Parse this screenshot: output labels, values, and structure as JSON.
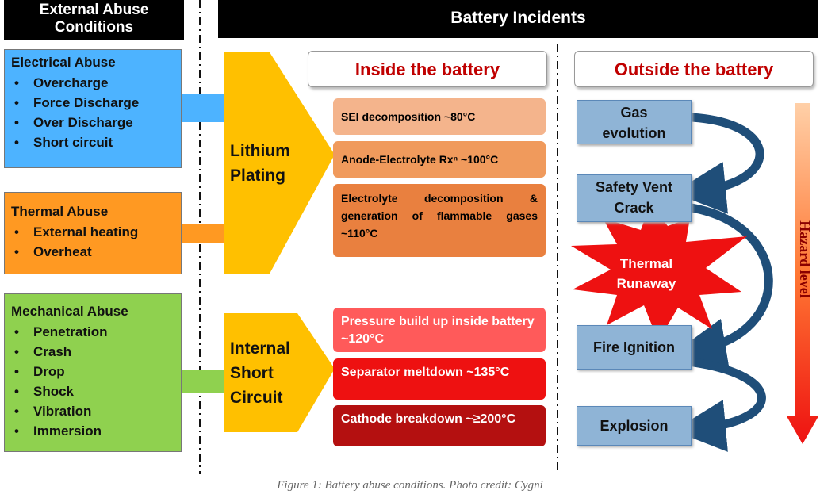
{
  "external_header": "External Abuse Conditions",
  "incidents_header": "Battery Incidents",
  "abuse": {
    "electrical": {
      "title": "Electrical Abuse",
      "items": [
        "Overcharge",
        "Force Discharge",
        "Over Discharge",
        "Short circuit"
      ]
    },
    "thermal": {
      "title": "Thermal Abuse",
      "items": [
        "External heating",
        "Overheat"
      ]
    },
    "mechanical": {
      "title": "Mechanical Abuse",
      "items": [
        "Penetration",
        "Crash",
        "Drop",
        "Shock",
        "Vibration",
        "Immersion"
      ]
    }
  },
  "mechanisms": {
    "lithium_plating": "Lithium Plating",
    "internal_short": "Internal Short Circuit"
  },
  "inside": {
    "title": "Inside the battery",
    "events": [
      "SEI decomposition ~80°C",
      "Anode-Electrolyte Rxⁿ ~100°C",
      "Electrolyte decomposition & generation of flammable gases ~110°C",
      "Pressure build up inside battery ~120°C",
      "Separator meltdown ~135°C",
      "Cathode breakdown ~≥200°C"
    ]
  },
  "outside": {
    "title": "Outside the battery",
    "stages": [
      "Gas evolution",
      "Safety Vent Crack",
      "Fire Ignition",
      "Explosion"
    ],
    "thermal_runaway": "Thermal Runaway"
  },
  "hazard_label": "Hazard level",
  "caption": "Figure 1: Battery abuse conditions. Photo credit: Cygni",
  "colors": {
    "electrical": "#4db3ff",
    "thermal": "#ff9922",
    "mechanical": "#8fd14f",
    "pentagon": "#ffc000",
    "starburst": "#ee1111",
    "arrow": "#1f4e79"
  }
}
